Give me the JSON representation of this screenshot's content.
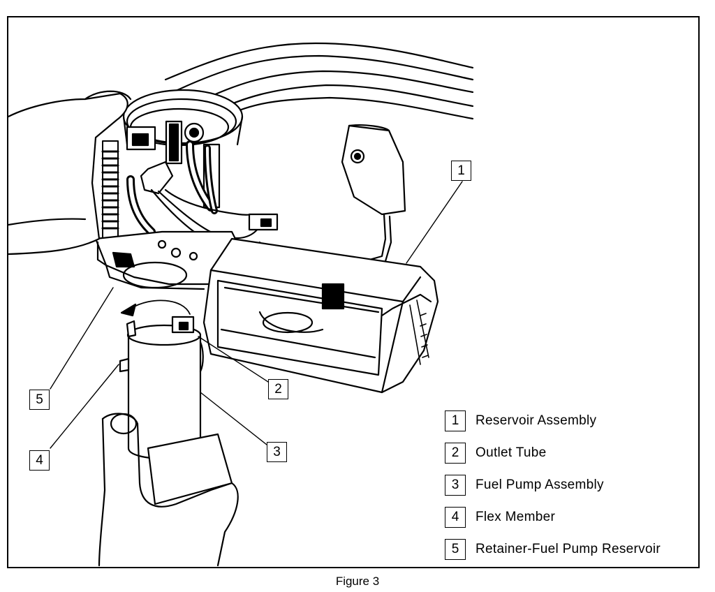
{
  "figure": {
    "caption": "Figure 3",
    "callouts": [
      "1",
      "2",
      "3",
      "4",
      "5"
    ],
    "legend": [
      {
        "num": "1",
        "label": "Reservoir Assembly"
      },
      {
        "num": "2",
        "label": "Outlet Tube"
      },
      {
        "num": "3",
        "label": "Fuel Pump Assembly"
      },
      {
        "num": "4",
        "label": "Flex Member"
      },
      {
        "num": "5",
        "label": "Retainer-Fuel Pump Reservoir"
      }
    ]
  }
}
